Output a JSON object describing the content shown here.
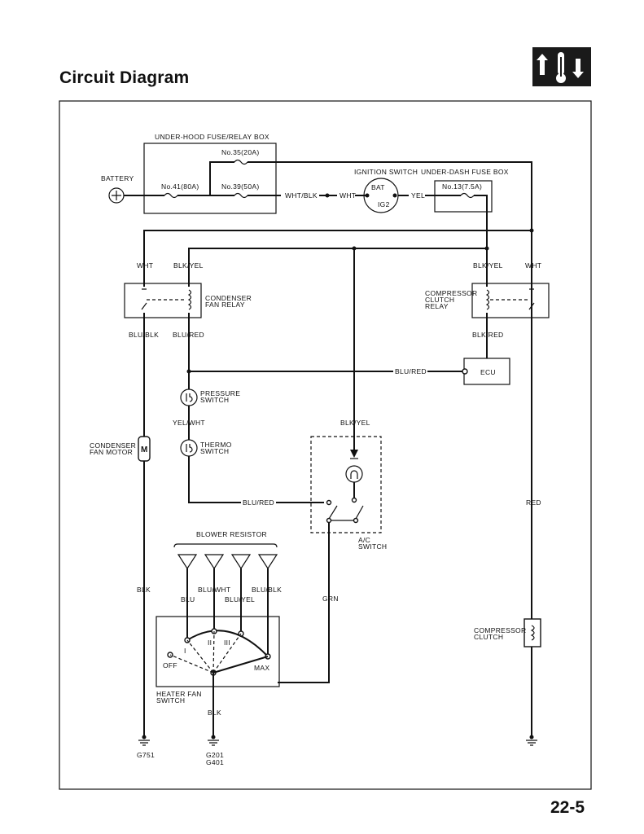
{
  "page": {
    "title": "Circuit Diagram",
    "number": "22-5"
  },
  "badge": {
    "icon": "heater-thermometer-icon"
  },
  "labels": {
    "fuse_box": "UNDER-HOOD FUSE/RELAY BOX",
    "fuse35": "No.35(20A)",
    "fuse41": "No.41(80A)",
    "fuse39": "No.39(50A)",
    "battery": "BATTERY",
    "ign_switch": "IGNITION SWITCH",
    "dash_fuse_box": "UNDER-DASH FUSE BOX",
    "fuse13": "No.13(7.5A)",
    "bat": "BAT",
    "ig2": "IG2",
    "wht_blk": "WHT/BLK",
    "wht_a": "WHT",
    "yel": "YEL",
    "wht_l": "WHT",
    "blk_yel_l": "BLK/YEL",
    "blk_yel_r": "BLK/YEL",
    "wht_r": "WHT",
    "cond_relay_1": "CONDENSER",
    "cond_relay_2": "FAN RELAY",
    "comp_relay_1": "COMPRESSOR",
    "comp_relay_2": "CLUTCH",
    "comp_relay_3": "RELAY",
    "blu_blk": "BLU/BLK",
    "blu_red_a": "BLU/RED",
    "blk_red": "BLK/RED",
    "blu_red_b": "BLU/RED",
    "ecu": "ECU",
    "pressure_1": "PRESSURE",
    "pressure_2": "SWITCH",
    "yel_wht": "YEL/WHT",
    "blk_yel_c": "BLK/YEL",
    "cond_motor_1": "CONDENSER",
    "cond_motor_2": "FAN MOTOR",
    "motor_m": "M",
    "thermo_1": "THERMO",
    "thermo_2": "SWITCH",
    "blu_red_c": "BLU/RED",
    "red": "RED",
    "blower_resistor": "BLOWER RESISTOR",
    "ac_switch_1": "A/C",
    "ac_switch_2": "SWITCH",
    "blk_a": "BLK",
    "blu_wht": "BLU/WHT",
    "blu_blk_b": "BLU/BLK",
    "blu": "BLU",
    "blu_yel": "BLU/YEL",
    "grn": "GRN",
    "comp_clutch_1": "COMPRESSOR",
    "comp_clutch_2": "CLUTCH",
    "off": "OFF",
    "max": "MAX",
    "pos_i": "I",
    "pos_ii": "II",
    "pos_iii": "III",
    "heater_fan_1": "HEATER FAN",
    "heater_fan_2": "SWITCH",
    "blk_b": "BLK",
    "g751": "G751",
    "g201": "G201",
    "g401": "G401"
  }
}
